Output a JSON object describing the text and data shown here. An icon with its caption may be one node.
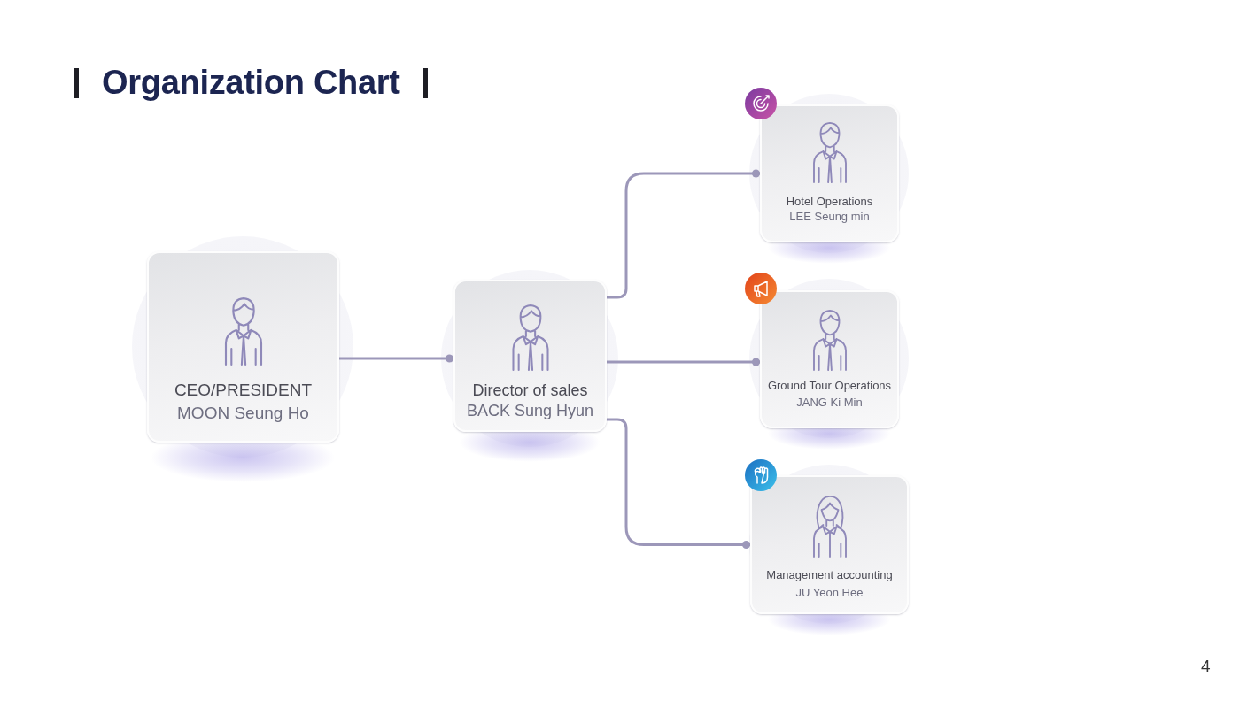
{
  "diagram": {
    "title": "Organization Chart",
    "nodes": [
      {
        "text": [
          "CEO/PRESIDENT",
          "MOON Seung Ho"
        ]
      },
      {
        "text": [
          "Director of sales",
          "BACK Sung Hyun"
        ]
      },
      {
        "text": [
          "Hotel Operations",
          "LEE Seung min"
        ]
      },
      {
        "text": [
          "Ground Tour Operations",
          "JANG Ki Min"
        ]
      },
      {
        "text": [
          "Management accounting",
          "JU Yeon Hee"
        ]
      }
    ],
    "edges": [
      {
        "from": 0,
        "to": 1,
        "arrow": "other"
      },
      {
        "from": 1,
        "to": 2,
        "arrow": "other"
      },
      {
        "from": 1,
        "to": 3,
        "arrow": "other"
      },
      {
        "from": 1,
        "to": 4,
        "arrow": "other"
      }
    ],
    "labels": [
      "4"
    ]
  }
}
